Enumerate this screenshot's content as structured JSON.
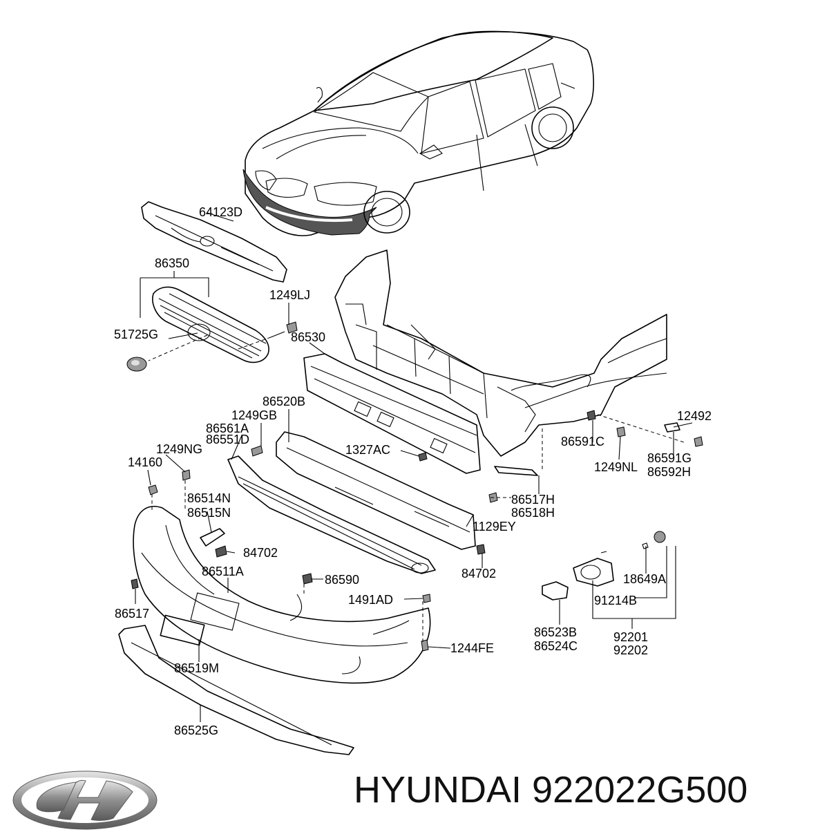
{
  "caption": {
    "brand": "HYUNDAI",
    "part_number": "922022G500"
  },
  "logo": {
    "icon": "hyundai-logo-icon",
    "colors": {
      "ring": "#8f8f8f",
      "highlight": "#e6e6e6",
      "shadow": "#5a5a5a"
    }
  },
  "part_labels": [
    "64123D",
    "86350",
    "1249LJ",
    "51725G",
    "86530",
    "86520B",
    "1249GB",
    "86561A",
    "86551D",
    "1249NG",
    "14160",
    "1327AC",
    "86591C",
    "12492",
    "1249NL",
    "86591G",
    "86592H",
    "86514N",
    "86515N",
    "86517H",
    "86518H",
    "84702",
    "1129EY",
    "86511A",
    "86590",
    "84702",
    "18649A",
    "1491AD",
    "91214B",
    "86517",
    "1244FE",
    "86523B",
    "86524C",
    "92201",
    "92202",
    "86519M",
    "86525G"
  ]
}
